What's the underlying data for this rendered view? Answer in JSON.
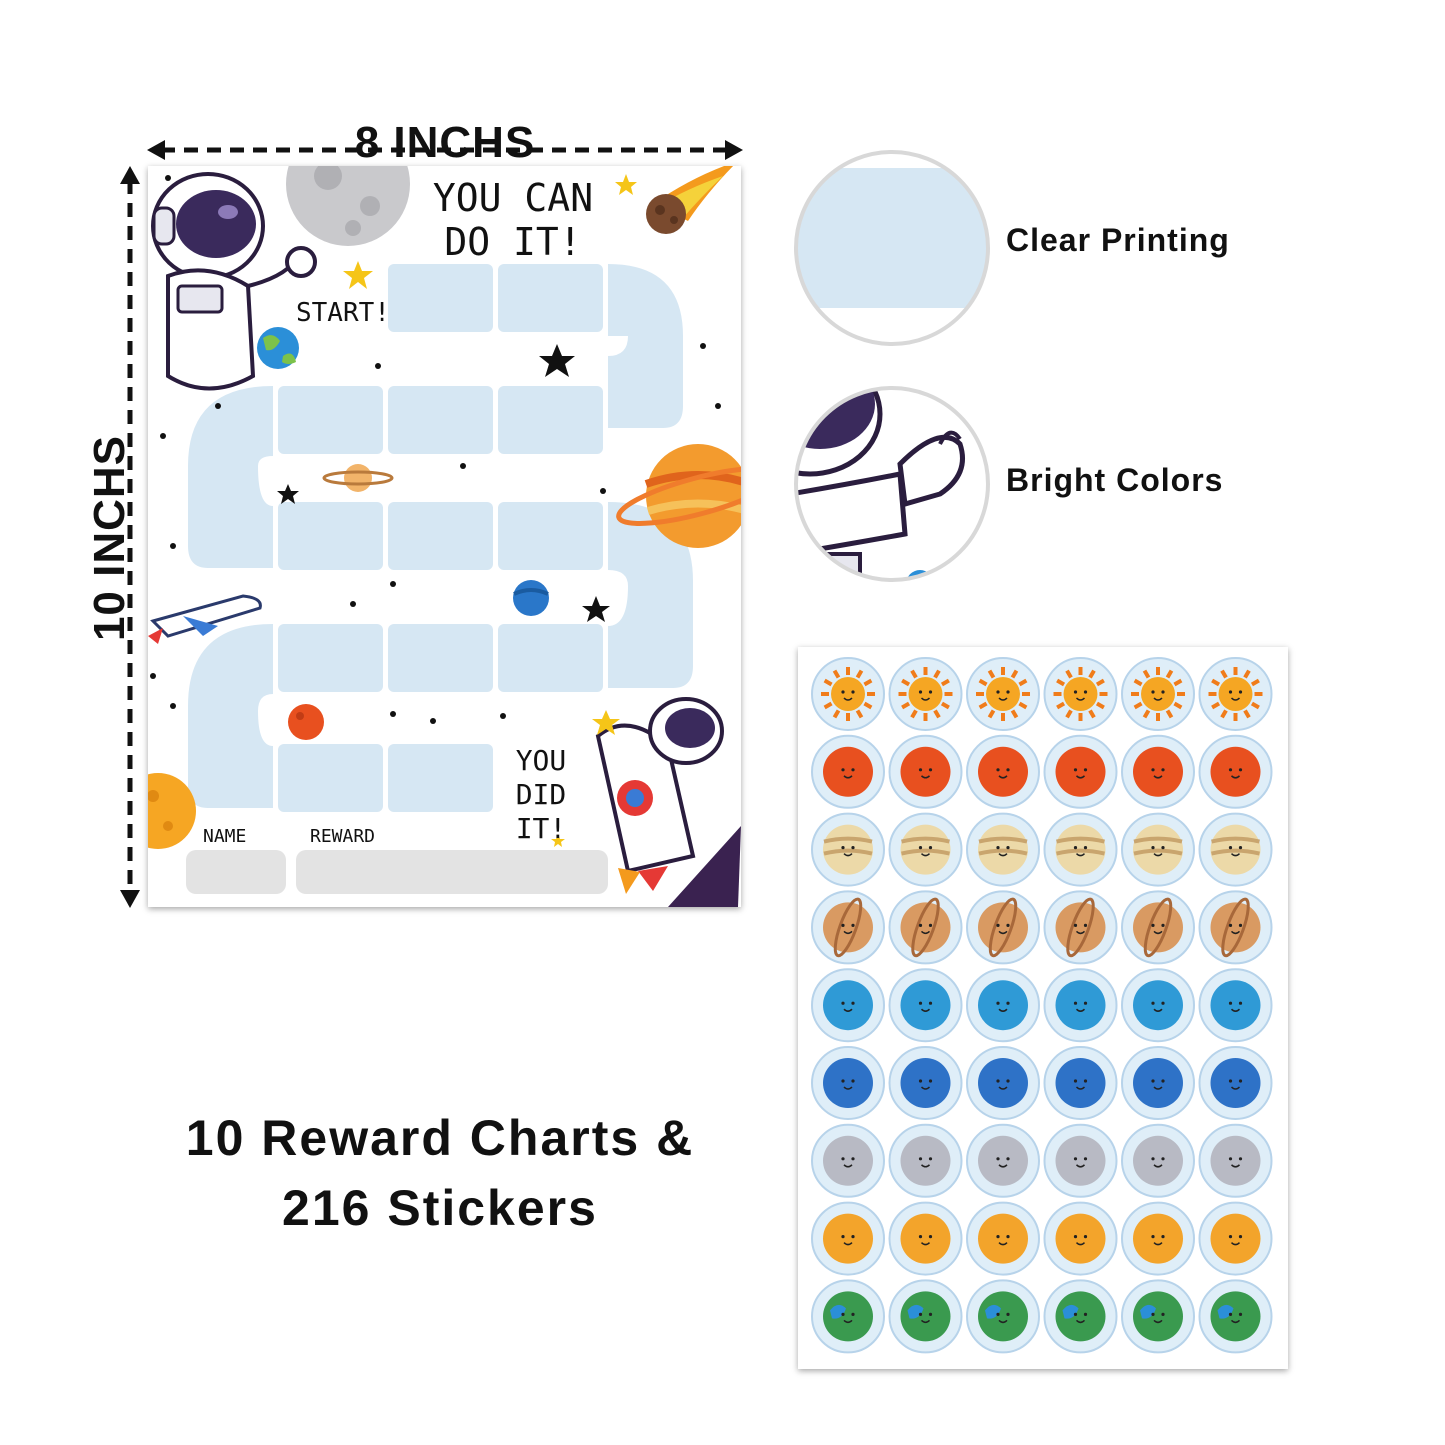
{
  "dimensions": {
    "width_label": "8 INCHS",
    "height_label": "10 INCHS"
  },
  "chart": {
    "header": "YOU CAN DO IT!",
    "start": "START!",
    "finish": "YOU DID IT!",
    "name_label": "NAME",
    "reward_label": "REWARD",
    "path_color": "#d6e7f3",
    "field_color": "#e3e3e3"
  },
  "features": [
    {
      "label": "Clear Printing",
      "icon": "clear-printing-icon"
    },
    {
      "label": "Bright Colors",
      "icon": "astronaut-closeup-icon"
    }
  ],
  "summary": {
    "line1": "10 Reward Charts &",
    "line2": "216 Stickers"
  },
  "sticker_sheet": {
    "columns": 6,
    "rows": [
      {
        "name": "sun",
        "color": "#f5a623"
      },
      {
        "name": "mars",
        "color": "#e8501f"
      },
      {
        "name": "jupiter",
        "color": "#ecd9a8"
      },
      {
        "name": "saturn",
        "color": "#d99a62"
      },
      {
        "name": "uranus",
        "color": "#2f9ad6"
      },
      {
        "name": "neptune",
        "color": "#2e72c7"
      },
      {
        "name": "moon",
        "color": "#b8bac4"
      },
      {
        "name": "venus",
        "color": "#f3a42b"
      },
      {
        "name": "earth",
        "color": "#3a9a4f"
      }
    ]
  }
}
